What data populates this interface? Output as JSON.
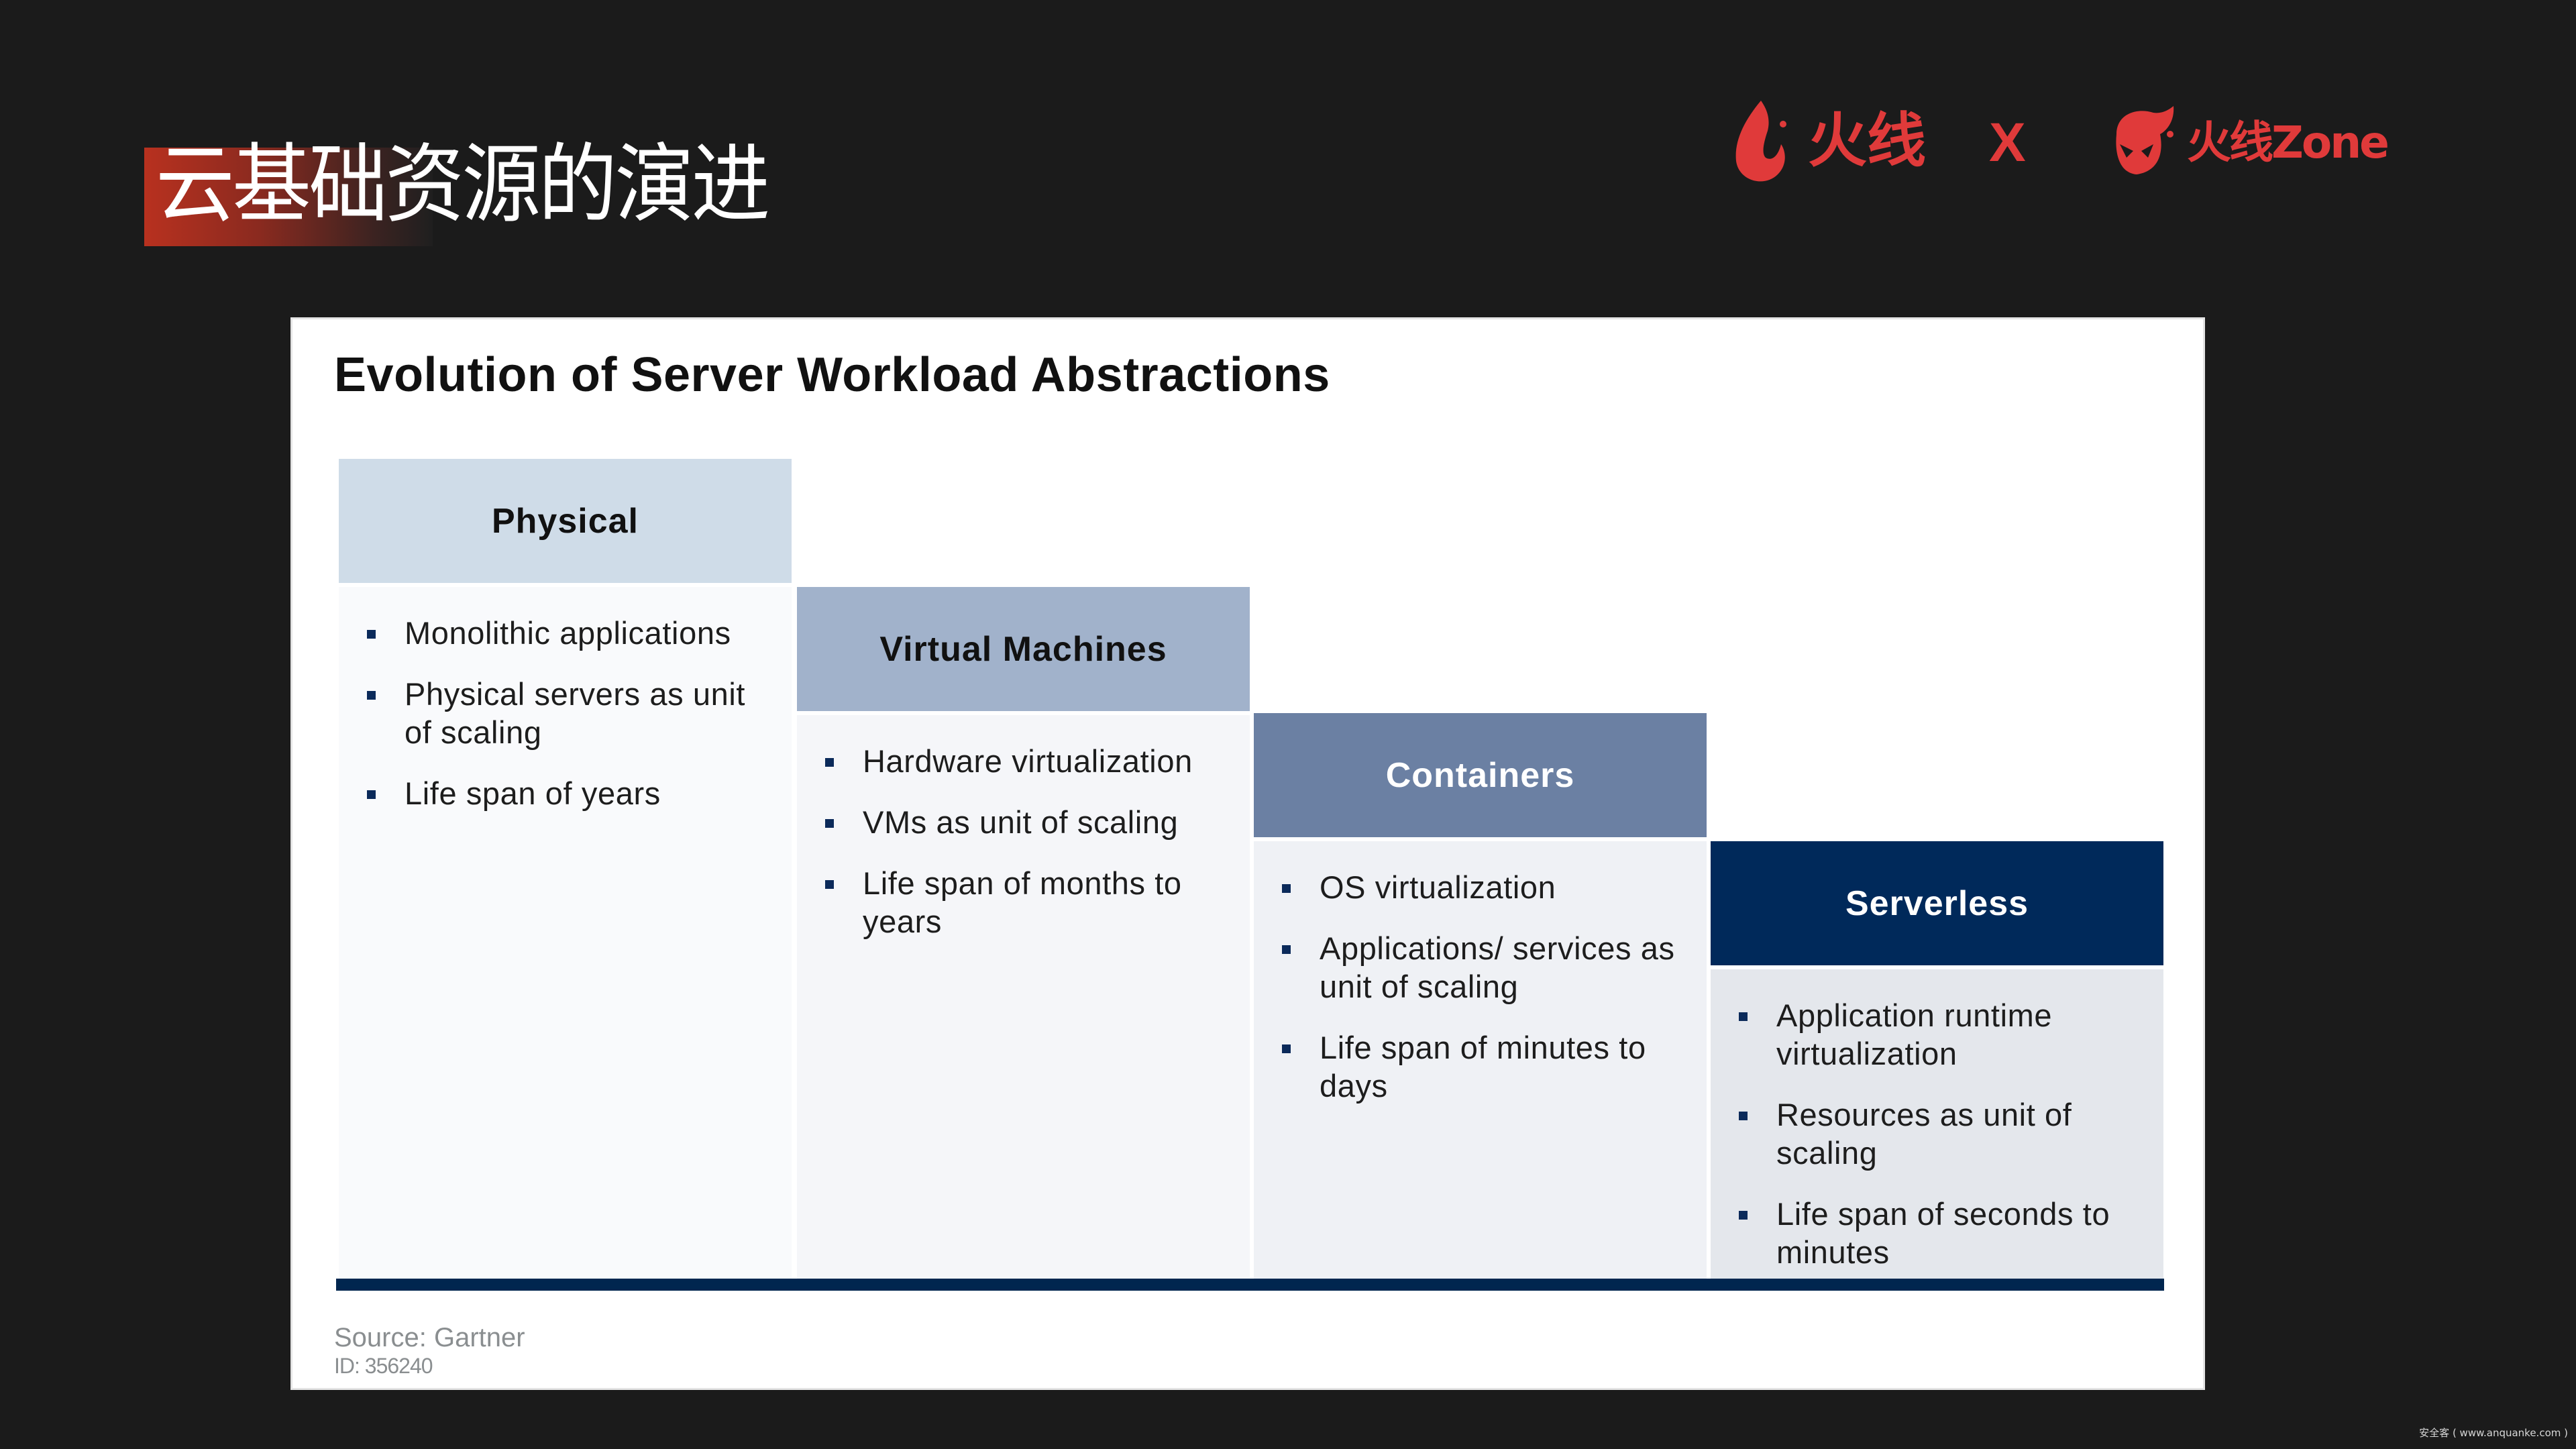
{
  "slide": {
    "title": "云基础资源的演进",
    "accent_color": "#b8311f"
  },
  "logos": {
    "left_brand": "火线",
    "separator": "X",
    "right_brand": "火线Zone",
    "brand_color": "#e03a3a"
  },
  "card": {
    "title": "Evolution of Server Workload Abstractions",
    "columns": [
      {
        "name": "Physical",
        "header_color": "#cfdce8",
        "header_text_color": "#111111",
        "body_color": "#f9fafc",
        "bullets": [
          "Monolithic applications",
          "Physical servers as unit of scaling",
          "Life span of years"
        ]
      },
      {
        "name": "Virtual Machines",
        "header_color": "#a1b2cb",
        "header_text_color": "#111111",
        "body_color": "#f5f6f9",
        "bullets": [
          "Hardware virtualization",
          "VMs as unit of scaling",
          "Life span of months to years"
        ]
      },
      {
        "name": "Containers",
        "header_color": "#6b80a3",
        "header_text_color": "#ffffff",
        "body_color": "#eff1f5",
        "bullets": [
          "OS virtualization",
          "Applications/ services as unit of scaling",
          "Life span of minutes to days"
        ]
      },
      {
        "name": "Serverless",
        "header_color": "#00295a",
        "header_text_color": "#ffffff",
        "body_color": "#e4e7ec",
        "bullets": [
          "Application runtime virtualization",
          "Resources as unit of scaling",
          "Life span of seconds to minutes"
        ]
      }
    ],
    "source": "Source: Gartner",
    "source_id": "ID: 356240"
  },
  "watermark": "安全客 ( www.anquanke.com )"
}
